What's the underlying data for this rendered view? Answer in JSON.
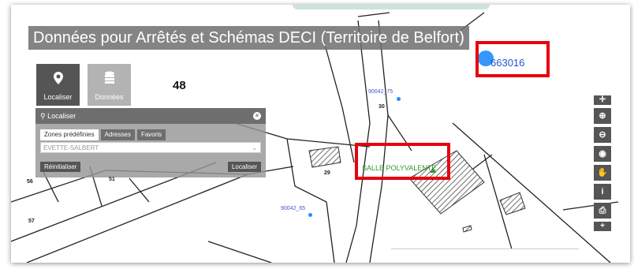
{
  "app": {
    "title": "Données pour Arrêtés et Schémas DECI (Territoire de Belfort)"
  },
  "toolbar": {
    "localiser_label": "Localiser",
    "localiser_icon": "map-marker-icon",
    "donnees_label": "Données",
    "donnees_icon": "database-icon"
  },
  "map": {
    "section_number": "48",
    "parcels": {
      "p30": "30",
      "p29": "29",
      "p56": "56",
      "p51": "51",
      "p57": "57"
    },
    "hydrants": [
      {
        "label": "90042_75"
      },
      {
        "label": "90042_65"
      }
    ],
    "highlight_id": "663016",
    "building_label": "SALLE POLYVALENTE",
    "highlight_color": "#e8000d",
    "hydrant_color": "#1e90ff"
  },
  "panel": {
    "title": "Localiser",
    "tabs": [
      {
        "label": "Zones prédéfinies",
        "active": true
      },
      {
        "label": "Adresses",
        "active": false
      },
      {
        "label": "Favoris",
        "active": false
      }
    ],
    "select_value": "EVETTE-SALBERT",
    "reset_label": "Réinitialiser",
    "locate_label": "Localiser"
  },
  "map_tools": [
    {
      "icon": "pan-cross-icon",
      "glyph": "✛"
    },
    {
      "icon": "zoom-in-icon",
      "glyph": "⊕"
    },
    {
      "icon": "zoom-out-icon",
      "glyph": "⊖"
    },
    {
      "icon": "globe-icon",
      "glyph": "◉"
    },
    {
      "icon": "hand-icon",
      "glyph": "✋"
    },
    {
      "icon": "info-icon",
      "glyph": "i"
    },
    {
      "icon": "print-icon",
      "glyph": "⎙"
    },
    {
      "icon": "plus-icon",
      "glyph": "+"
    }
  ]
}
